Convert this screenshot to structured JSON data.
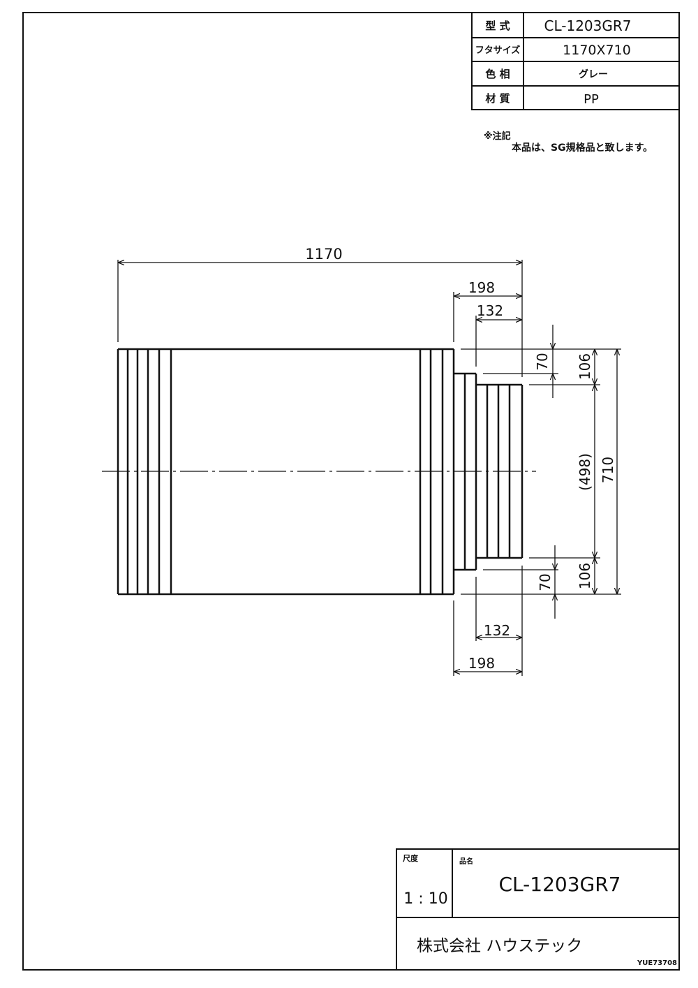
{
  "spec_table": {
    "model_label": "型 式",
    "model_value": "CL-1203GR7",
    "lid_size_label": "フタサイズ",
    "lid_size_value": "1170X710",
    "color_label": "色 相",
    "color_value": "グレー",
    "material_label": "材 質",
    "material_value": "PP"
  },
  "note": {
    "heading": "※注記",
    "text": "本品は、SG規格品と致します。"
  },
  "dimensions": {
    "overall_width": "1170",
    "step_top_outer": "198",
    "step_top_inner": "132",
    "step_bottom_inner": "132",
    "step_bottom_outer": "198",
    "offset_top_small": "70",
    "offset_top_large": "106",
    "offset_bottom_small": "70",
    "offset_bottom_large": "106",
    "inner_height": "(498)",
    "overall_height": "710"
  },
  "title_block": {
    "scale_label": "尺度",
    "scale_value": "1 : 10",
    "product_label": "品名",
    "product_value": "CL-1203GR7",
    "company": "株式会社 ハウステック",
    "drawing_number": "YUE73708"
  }
}
